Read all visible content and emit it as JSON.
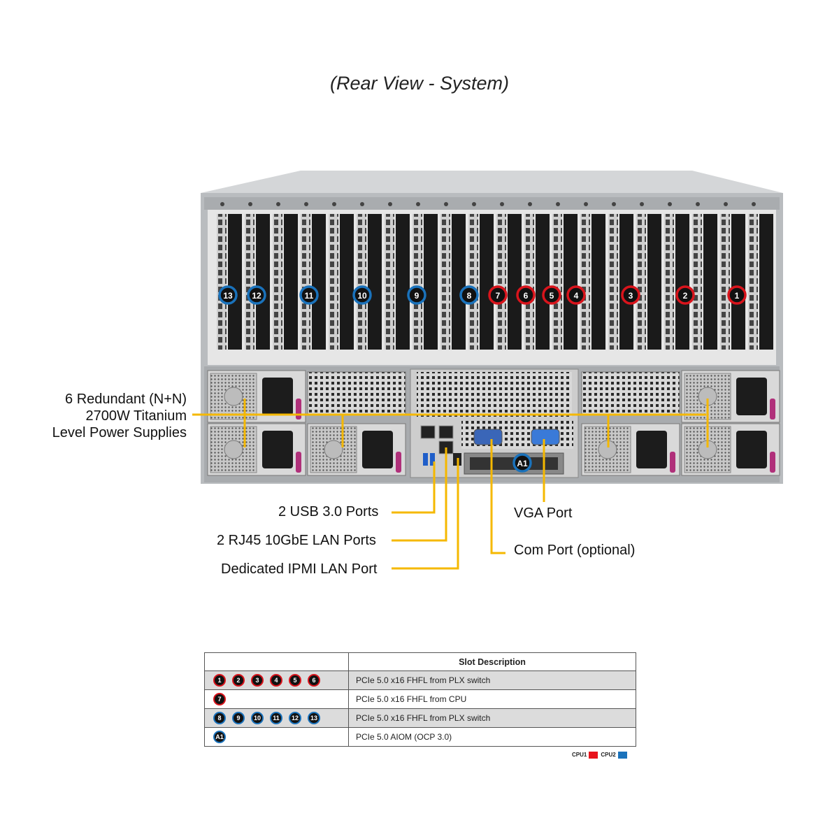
{
  "title": "(Rear View - System)",
  "callouts": {
    "psu": [
      "6 Redundant (N+N)",
      "2700W Titanium",
      "Level Power Supplies"
    ],
    "usb": "2 USB 3.0 Ports",
    "rj45": "2 RJ45 10GbE LAN Ports",
    "ipmi": "Dedicated IPMI LAN Port",
    "vga": "VGA Port",
    "com": "Com Port (optional)"
  },
  "slot_badges": [
    {
      "label": "13",
      "cpu": "CPU2"
    },
    {
      "label": "12",
      "cpu": "CPU2"
    },
    {
      "label": "11",
      "cpu": "CPU2"
    },
    {
      "label": "10",
      "cpu": "CPU2"
    },
    {
      "label": "9",
      "cpu": "CPU2"
    },
    {
      "label": "8",
      "cpu": "CPU2"
    },
    {
      "label": "7",
      "cpu": "CPU1"
    },
    {
      "label": "6",
      "cpu": "CPU1"
    },
    {
      "label": "5",
      "cpu": "CPU1"
    },
    {
      "label": "4",
      "cpu": "CPU1"
    },
    {
      "label": "3",
      "cpu": "CPU1"
    },
    {
      "label": "2",
      "cpu": "CPU1"
    },
    {
      "label": "1",
      "cpu": "CPU1"
    }
  ],
  "aiom_badge": {
    "label": "A1",
    "cpu": "CPU2"
  },
  "table": {
    "header": "Slot Description",
    "rows": [
      {
        "slots": [
          "1",
          "2",
          "3",
          "4",
          "5",
          "6"
        ],
        "cpu": "CPU1",
        "description": "PCIe 5.0 x16 FHFL from PLX switch"
      },
      {
        "slots": [
          "7"
        ],
        "cpu": "CPU1",
        "description": "PCIe 5.0 x16 FHFL from CPU"
      },
      {
        "slots": [
          "8",
          "9",
          "10",
          "11",
          "12",
          "13"
        ],
        "cpu": "CPU2",
        "description": "PCIe 5.0 x16 FHFL from PLX switch"
      },
      {
        "slots": [
          "A1"
        ],
        "cpu": "CPU2",
        "description": "PCIe 5.0 AIOM (OCP 3.0)"
      }
    ]
  },
  "legend": [
    {
      "label": "CPU1",
      "color": "#e8141c"
    },
    {
      "label": "CPU2",
      "color": "#1a72bb"
    }
  ],
  "colors": {
    "callout_line": "#f5b800",
    "cpu1": "#d9141c",
    "cpu2": "#1a72bb"
  }
}
